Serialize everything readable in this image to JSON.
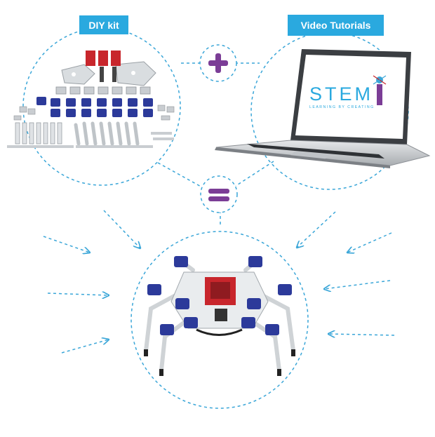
{
  "labels": {
    "diy_kit": "DIY kit",
    "video_tutorials": "Video Tutorials"
  },
  "laptop_screen": {
    "brand": "STEM",
    "tagline": "LEARNING BY CREATING"
  },
  "colors": {
    "accent_blue": "#2aa9df",
    "operator_purple": "#7b3d96",
    "dash_blue": "#3aa6d8",
    "servo_blue": "#2c3a9a",
    "board_red": "#c8262c"
  },
  "icons": {
    "plus": "plus-operator-icon",
    "equals": "equals-operator-icon"
  }
}
